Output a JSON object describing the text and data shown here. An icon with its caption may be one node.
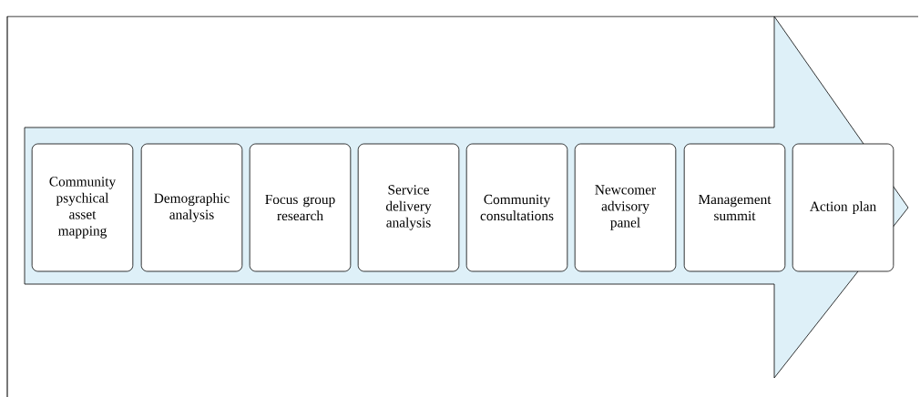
{
  "diagram": {
    "nodes": [
      {
        "text": [],
        "shape": "arrow"
      },
      {
        "text": [
          "Community psychical asset mapping"
        ],
        "in": 0
      },
      {
        "text": [
          "Demographic analysis"
        ],
        "in": 0
      },
      {
        "text": [
          "Focus group research"
        ],
        "in": 0
      },
      {
        "text": [
          "Service delivery analysis"
        ],
        "in": 0
      },
      {
        "text": [
          "Community consultations"
        ],
        "in": 0
      },
      {
        "text": [
          "Newcomer advisory panel"
        ],
        "in": 0
      },
      {
        "text": [
          "Management summit"
        ],
        "in": 0
      },
      {
        "text": [
          "Action plan"
        ],
        "in": 0
      }
    ]
  }
}
